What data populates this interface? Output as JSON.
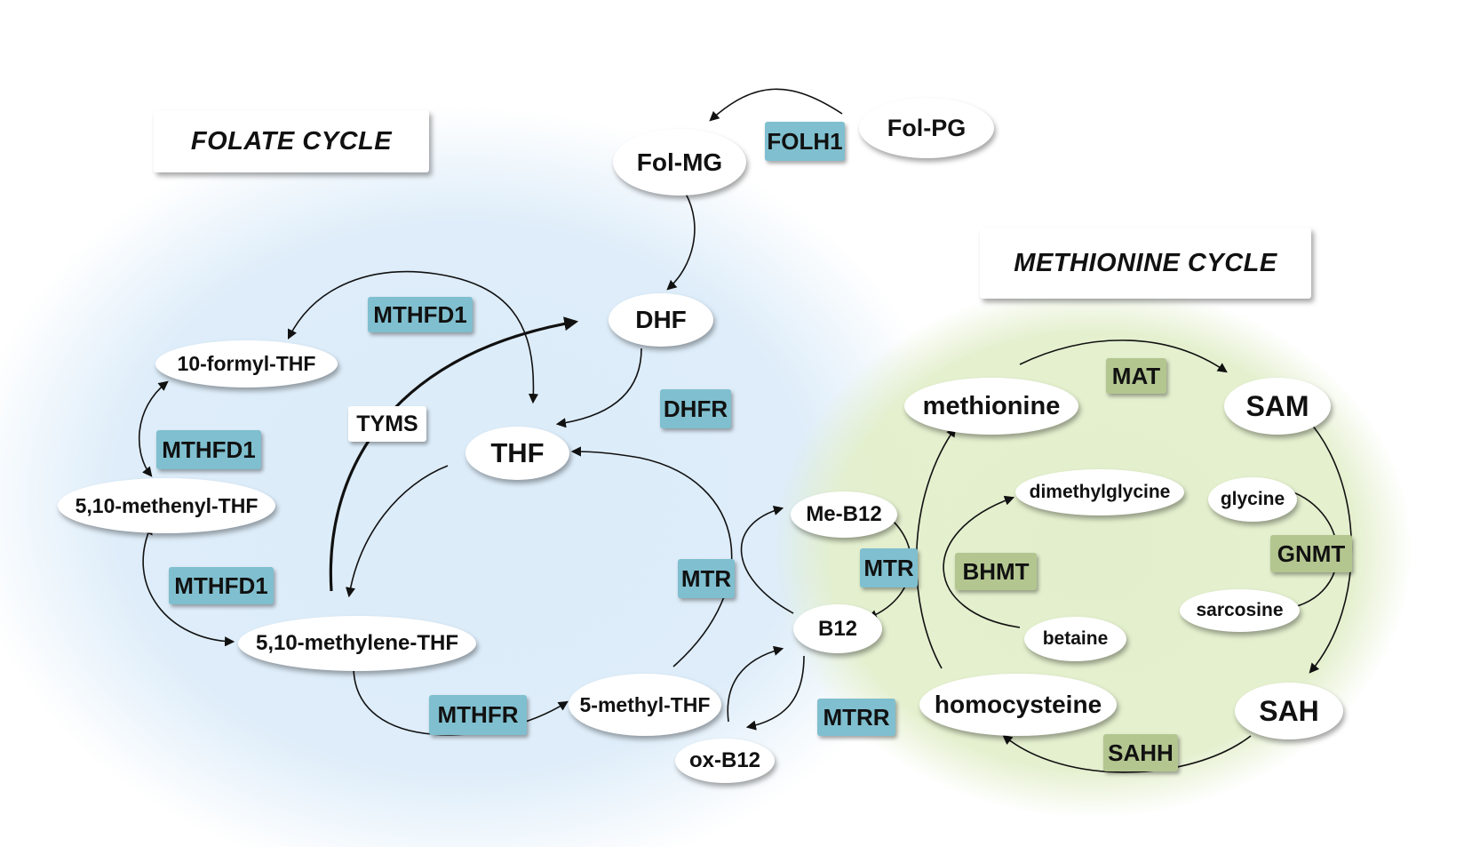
{
  "titles": {
    "folate": "FOLATE CYCLE",
    "methionine": "METHIONINE CYCLE"
  },
  "metabolites": {
    "fol_pg": "Fol-PG",
    "fol_mg": "Fol-MG",
    "dhf": "DHF",
    "thf": "THF",
    "formyl_thf": "10-formyl-THF",
    "methenyl_thf": "5,10-methenyl-THF",
    "methylene_thf": "5,10-methylene-THF",
    "methyl_thf": "5-methyl-THF",
    "me_b12": "Me-B12",
    "b12": "B12",
    "ox_b12": "ox-B12",
    "methionine": "methionine",
    "sam": "SAM",
    "sah": "SAH",
    "homocysteine": "homocysteine",
    "dimethylglycine": "dimethylglycine",
    "glycine": "glycine",
    "sarcosine": "sarcosine",
    "betaine": "betaine"
  },
  "enzymes": {
    "folh1": "FOLH1",
    "mthfd1_top": "MTHFD1",
    "mthfd1_mid": "MTHFD1",
    "mthfd1_low": "MTHFD1",
    "tyms": "TYMS",
    "dhfr": "DHFR",
    "mtr_left": "MTR",
    "mtr_right": "MTR",
    "mthfr": "MTHFR",
    "mtrr": "MTRR",
    "mat": "MAT",
    "bhmt": "BHMT",
    "gnmt": "GNMT",
    "sahh": "SAHH"
  },
  "colors": {
    "folate_region": "#dcecf9",
    "methionine_region": "#e3efcc",
    "enzyme_folate": "#7fbfcf",
    "enzyme_methionine": "#b3c690",
    "arrow": "#111111"
  }
}
